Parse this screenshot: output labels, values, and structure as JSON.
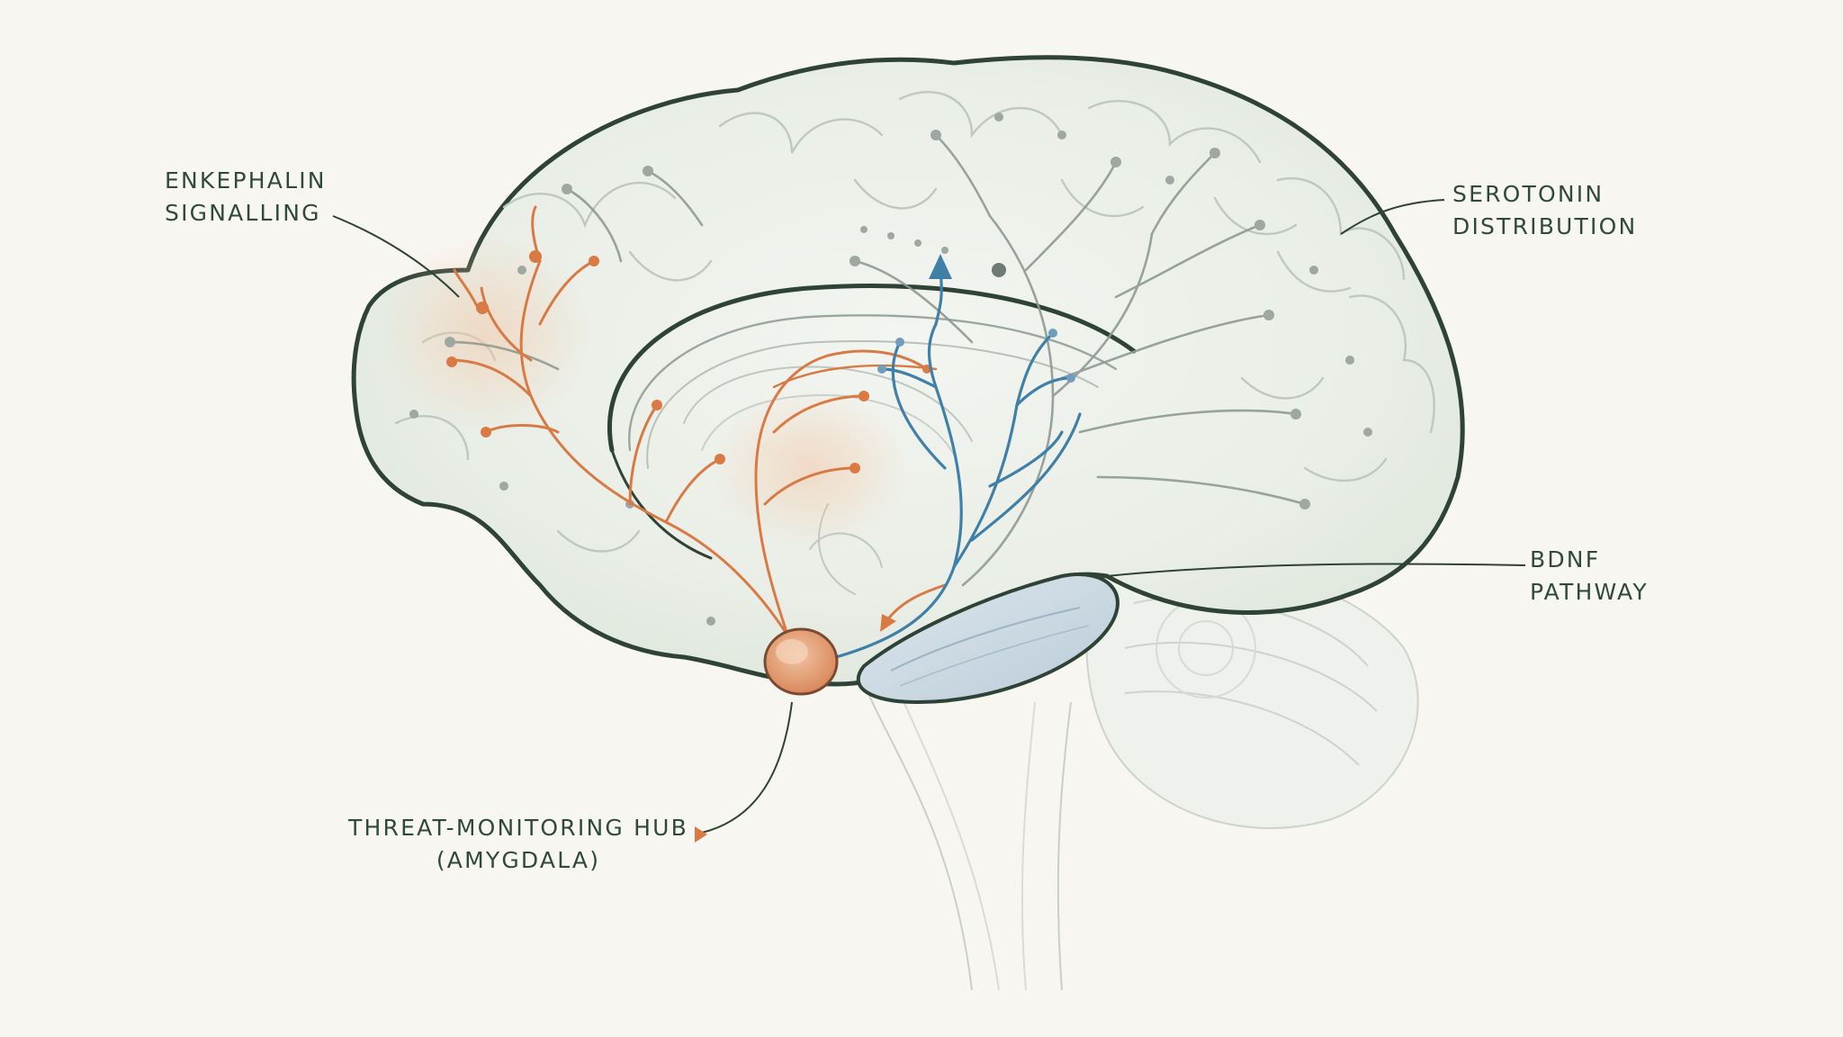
{
  "labels": {
    "enkephalin": [
      "ENKEPHALIN",
      "SIGNALLING"
    ],
    "serotonin": [
      "SEROTONIN",
      "DISTRIBUTION"
    ],
    "bdnf": [
      "BDNF",
      "PATHWAY"
    ],
    "amygdala": [
      "THREAT-MONITORING HUB",
      "(AMYGDALA)"
    ]
  },
  "colors": {
    "background": "#f8f6f1",
    "outline": "#2e4236",
    "enkephalin": "#d97a45",
    "bdnf": "#3f7fa8",
    "serotonin": "#8f9a94",
    "label_text": "#2f4a3a",
    "brain_fill": "#e9eee6"
  }
}
